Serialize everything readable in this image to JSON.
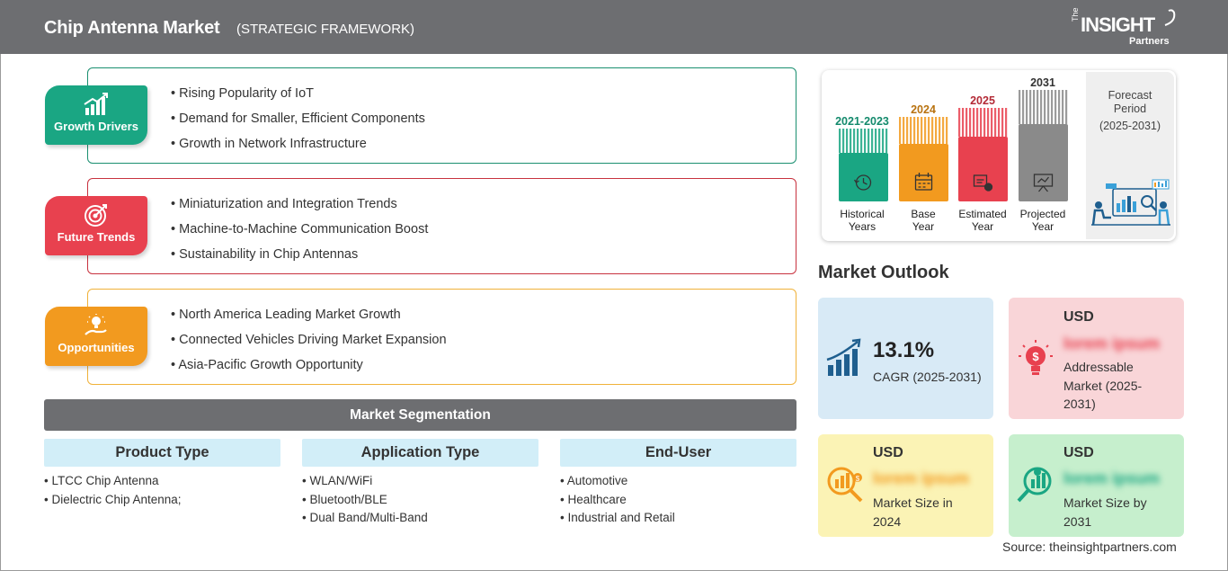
{
  "header": {
    "title": "Chip Antenna Market",
    "subtitle": "(STRATEGIC FRAMEWORK)",
    "logo": {
      "the": "The",
      "insight": "INSIGHT",
      "partners": "Partners"
    }
  },
  "cards": [
    {
      "badge": "Growth Drivers",
      "icon": "growth-chart-icon",
      "color": "#1aa683",
      "border": "#1a8f70",
      "items": [
        "Rising Popularity of IoT",
        "Demand for Smaller, Efficient Components",
        "Growth in Network Infrastructure"
      ]
    },
    {
      "badge": "Future Trends",
      "icon": "target-icon",
      "color": "#e8414f",
      "border": "#c8323f",
      "items": [
        "Miniaturization and Integration Trends",
        "Machine-to-Machine Communication Boost",
        "Sustainability in Chip Antennas"
      ]
    },
    {
      "badge": "Opportunities",
      "icon": "lightbulb-hand-icon",
      "color": "#f29a1f",
      "border": "#f0b23a",
      "items": [
        "North America Leading Market Growth",
        "Connected Vehicles Driving Market Expansion",
        "Asia-Pacific Growth Opportunity"
      ]
    }
  ],
  "segmentation": {
    "title": "Market Segmentation",
    "columns": [
      {
        "head": "Product Type",
        "items": [
          "LTCC Chip Antenna",
          "Dielectric Chip Antenna;"
        ]
      },
      {
        "head": "Application Type",
        "items": [
          "WLAN/WiFi",
          "Bluetooth/BLE",
          "Dual Band/Multi-Band"
        ]
      },
      {
        "head": "End-User",
        "items": [
          "Automotive",
          "Healthcare",
          "Industrial and Retail"
        ]
      }
    ]
  },
  "timeline": {
    "bars": [
      {
        "year": "2021-2023",
        "label1": "Historical",
        "label2": "Years",
        "color": "#1aa683",
        "yearColor": "#138a6c",
        "icon": "history-clock-icon"
      },
      {
        "year": "2024",
        "label1": "Base",
        "label2": "Year",
        "color": "#f29a1f",
        "yearColor": "#b87210",
        "icon": "calendar-icon"
      },
      {
        "year": "2025",
        "label1": "Estimated",
        "label2": "Year",
        "color": "#e8414f",
        "yearColor": "#b32a36",
        "icon": "estimate-board-icon"
      },
      {
        "year": "2031",
        "label1": "Projected",
        "label2": "Year",
        "color": "#8a8a8a",
        "yearColor": "#333333",
        "icon": "presentation-icon"
      }
    ],
    "forecast": {
      "line1": "Forecast",
      "line2": "Period",
      "line3": "(2025-2031)"
    }
  },
  "outlook": {
    "title": "Market Outlook",
    "cagr": {
      "value": "13.1%",
      "label": "CAGR (2025-2031)"
    },
    "addressable": {
      "usd": "USD",
      "value": "lorem ipsum",
      "label1": "Addressable",
      "label2": "Market (2025-",
      "label3": "2031)"
    },
    "size2024": {
      "usd": "USD",
      "value": "lorem ipsum",
      "label1": "Market Size in",
      "label2": "2024"
    },
    "size2031": {
      "usd": "USD",
      "value": "lorem ipsum",
      "label1": "Market Size by",
      "label2": "2031"
    }
  },
  "source": "Source: theinsightpartners.com"
}
